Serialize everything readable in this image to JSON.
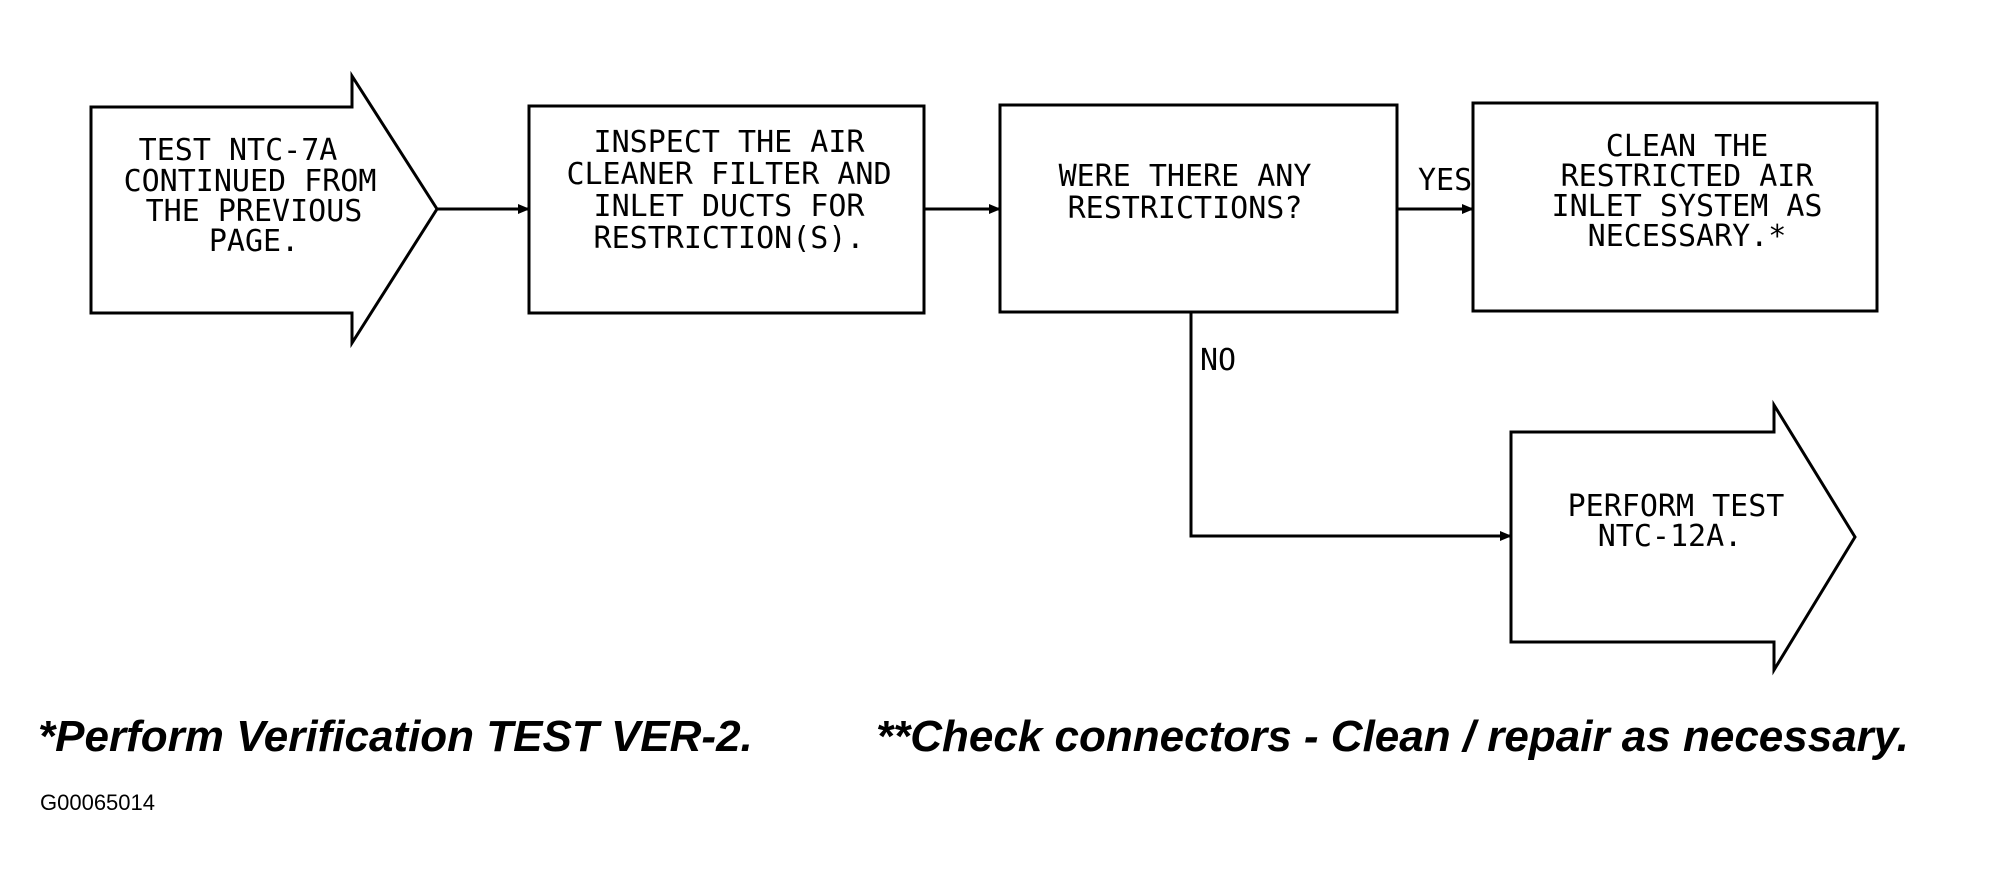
{
  "nodes": {
    "start": {
      "shape": "arrow",
      "lines": [
        "TEST NTC-7A",
        "CONTINUED FROM",
        "THE PREVIOUS",
        "PAGE."
      ]
    },
    "inspect": {
      "shape": "box",
      "lines": [
        "INSPECT THE AIR",
        "CLEANER FILTER AND",
        "INLET DUCTS FOR",
        "RESTRICTION(S)."
      ]
    },
    "decision": {
      "shape": "box",
      "lines": [
        "WERE THERE ANY",
        "RESTRICTIONS?"
      ]
    },
    "clean": {
      "shape": "box",
      "lines": [
        "CLEAN THE",
        "RESTRICTED AIR",
        "INLET SYSTEM AS",
        "NECESSARY.*"
      ]
    },
    "perform": {
      "shape": "arrow",
      "lines": [
        "PERFORM TEST",
        "NTC-12A."
      ]
    }
  },
  "edges": [
    {
      "from": "start",
      "to": "inspect",
      "label": ""
    },
    {
      "from": "inspect",
      "to": "decision",
      "label": ""
    },
    {
      "from": "decision",
      "to": "clean",
      "label": "YES"
    },
    {
      "from": "decision",
      "to": "perform",
      "label": "NO"
    }
  ],
  "footnotes": {
    "verification": "*Perform Verification TEST VER-2.",
    "connectors": "**Check connectors - Clean / repair as necessary."
  },
  "figure_id": "G00065014"
}
